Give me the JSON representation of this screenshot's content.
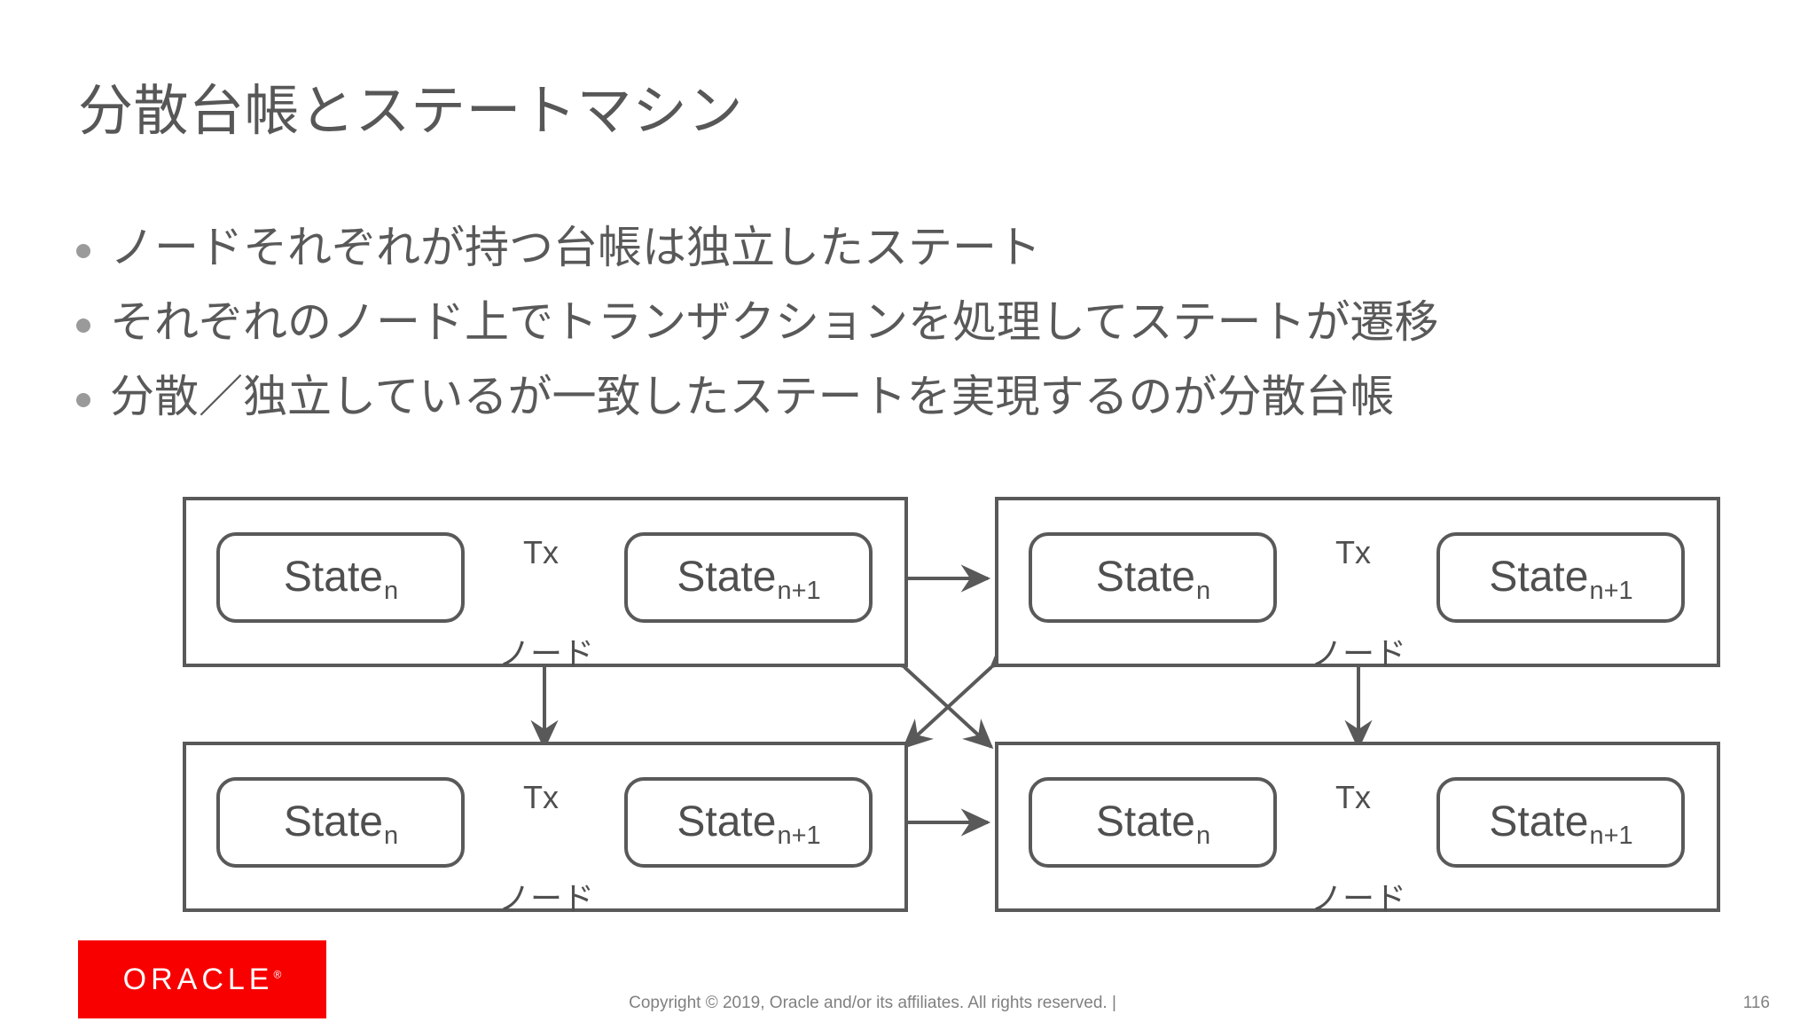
{
  "slide": {
    "title": "分散台帳とステートマシン",
    "bullets": [
      "ノードそれぞれが持つ台帳は独立したステート",
      "それぞれのノード上でトランザクションを処理してステートが遷移",
      "分散／独立しているが一致したステートを実現するのが分散台帳"
    ]
  },
  "diagram": {
    "state_from": "State",
    "state_from_sub": "n",
    "state_to": "State",
    "state_to_sub": "n+1",
    "tx_label": "Tx",
    "node_label": "ノード",
    "nodes": [
      {
        "id": "node-top-left"
      },
      {
        "id": "node-top-right"
      },
      {
        "id": "node-bottom-left"
      },
      {
        "id": "node-bottom-right"
      }
    ],
    "line_color": "#595959"
  },
  "footer": {
    "logo_text": "ORACLE",
    "logo_registered": "®",
    "logo_color": "#f80000",
    "copyright": "Copyright © 2019, Oracle and/or its affiliates. All rights reserved.  |",
    "page_number": "116"
  }
}
